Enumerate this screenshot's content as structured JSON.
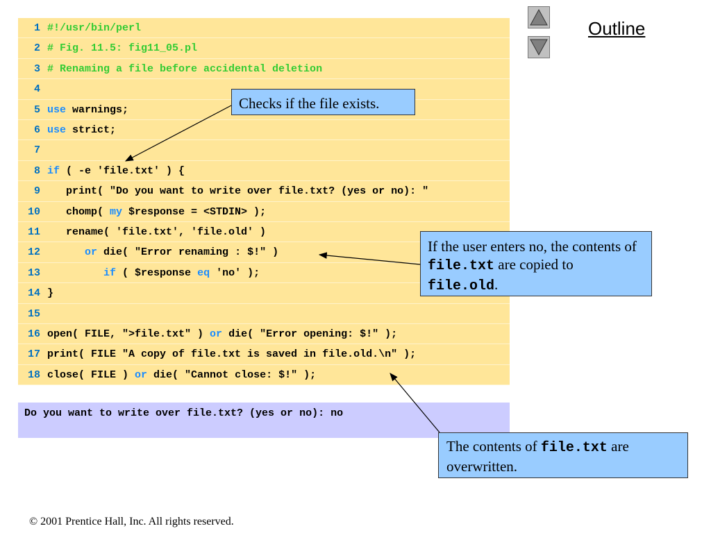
{
  "code": {
    "lines": [
      {
        "num": "1",
        "segments": [
          {
            "t": "#!/usr/bin/perl",
            "c": "c"
          }
        ]
      },
      {
        "num": "2",
        "segments": [
          {
            "t": "# Fig. 11.5: fig11_05.pl",
            "c": "c"
          }
        ]
      },
      {
        "num": "3",
        "segments": [
          {
            "t": "# Renaming a file before accidental deletion",
            "c": "c"
          }
        ]
      },
      {
        "num": "4",
        "segments": []
      },
      {
        "num": "5",
        "segments": [
          {
            "t": "use",
            "c": "k"
          },
          {
            "t": " warnings;",
            "c": ""
          }
        ]
      },
      {
        "num": "6",
        "segments": [
          {
            "t": "use",
            "c": "k"
          },
          {
            "t": " strict;",
            "c": ""
          }
        ]
      },
      {
        "num": "7",
        "segments": []
      },
      {
        "num": "8",
        "segments": [
          {
            "t": "if",
            "c": "k"
          },
          {
            "t": " ( -e 'file.txt' ) {",
            "c": ""
          }
        ]
      },
      {
        "num": "9",
        "segments": [
          {
            "t": "   print( \"Do you want to write over file.txt? (yes or no): \"",
            "c": ""
          }
        ]
      },
      {
        "num": "10",
        "segments": [
          {
            "t": "   chomp( ",
            "c": ""
          },
          {
            "t": "my",
            "c": "k"
          },
          {
            "t": " $response = <STDIN> );",
            "c": ""
          }
        ]
      },
      {
        "num": "11",
        "segments": [
          {
            "t": "   rename( 'file.txt', 'file.old' )",
            "c": ""
          }
        ]
      },
      {
        "num": "12",
        "segments": [
          {
            "t": "      ",
            "c": ""
          },
          {
            "t": "or",
            "c": "k"
          },
          {
            "t": " die( \"Error renaming : $!\" )",
            "c": ""
          }
        ]
      },
      {
        "num": "13",
        "segments": [
          {
            "t": "         ",
            "c": ""
          },
          {
            "t": "if",
            "c": "k"
          },
          {
            "t": " ( $response ",
            "c": ""
          },
          {
            "t": "eq",
            "c": "k"
          },
          {
            "t": " 'no' );",
            "c": ""
          }
        ]
      },
      {
        "num": "14",
        "segments": [
          {
            "t": "}",
            "c": ""
          }
        ]
      },
      {
        "num": "15",
        "segments": []
      },
      {
        "num": "16",
        "segments": [
          {
            "t": "open( FILE, \">file.txt\" ) ",
            "c": ""
          },
          {
            "t": "or",
            "c": "k"
          },
          {
            "t": " die( \"Error opening: $!\" );",
            "c": ""
          }
        ]
      },
      {
        "num": "17",
        "segments": [
          {
            "t": "print( FILE \"A copy of file.txt is saved in file.old.\\n\" );",
            "c": ""
          }
        ]
      },
      {
        "num": "18",
        "segments": [
          {
            "t": "close( FILE ) ",
            "c": ""
          },
          {
            "t": "or",
            "c": "k"
          },
          {
            "t": " die( \"Cannot close: $!\" );",
            "c": ""
          }
        ]
      }
    ]
  },
  "output": {
    "text": "Do you want to write over file.txt? (yes or no): no"
  },
  "nav": {
    "outline_label": "Outline",
    "up_icon": "triangle-up-icon",
    "down_icon": "triangle-down-icon"
  },
  "callouts": {
    "exists": {
      "text": "Checks if the file exists."
    },
    "no_answer": {
      "pre": "If the user enters no, the contents of ",
      "code1": "file.txt",
      "mid": " are copied to ",
      "code2": "file.old",
      "post": "."
    },
    "overwritten": {
      "pre": "The contents of ",
      "code1": "file.txt",
      "post": " are overwritten."
    }
  },
  "footer": {
    "text": "© 2001 Prentice Hall, Inc.  All rights reserved."
  },
  "colors": {
    "code_bg": "#ffe699",
    "output_bg": "#ccccff",
    "callout_bg": "#99ccff",
    "comment": "#33cc33",
    "keyword": "#1a8cff",
    "line_number": "#0070c0"
  }
}
